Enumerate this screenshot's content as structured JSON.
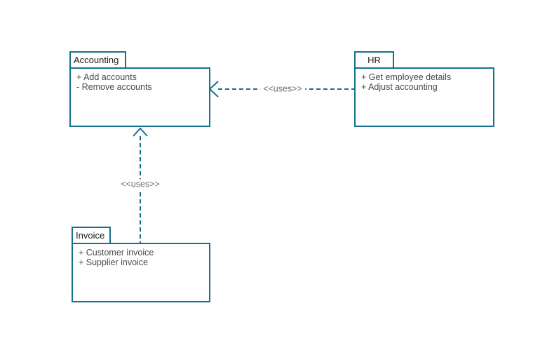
{
  "diagram": {
    "kind": "uml-package-dependency-diagram",
    "colors": {
      "stroke": "#14718e",
      "title_text": "#1c1c1c",
      "member_text": "#4a4a4a",
      "label_text": "#707070",
      "background": "#ffffff"
    },
    "packages": [
      {
        "id": "accounting",
        "name": "Accounting",
        "members": [
          "+ Add accounts",
          "- Remove accounts"
        ]
      },
      {
        "id": "hr",
        "name": "HR",
        "members": [
          "+ Get employee details",
          "+ Adjust accounting"
        ]
      },
      {
        "id": "invoice",
        "name": "Invoice",
        "members": [
          "+ Customer invoice",
          "+ Supplier invoice"
        ]
      }
    ],
    "relationships": [
      {
        "from": "HR",
        "to": "Accounting",
        "label": "<<uses>>",
        "line_style": "dashed",
        "arrowhead": "open"
      },
      {
        "from": "Invoice",
        "to": "Accounting",
        "label": "<<uses>>",
        "line_style": "dashed",
        "arrowhead": "open"
      }
    ]
  }
}
